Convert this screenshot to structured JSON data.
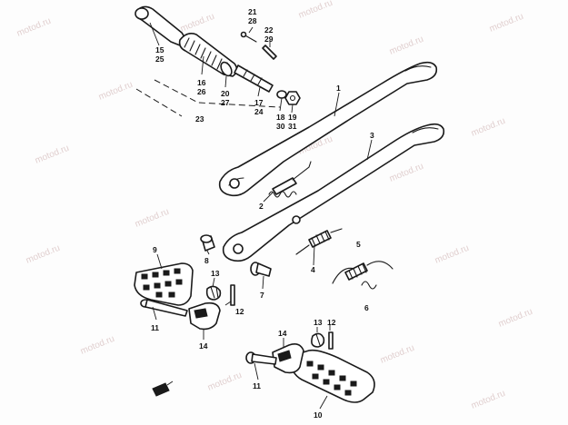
{
  "watermark": "motod.ru",
  "callouts": {
    "c1": "1",
    "c2": "2",
    "c3": "3",
    "c4": "4",
    "c5": "5",
    "c6": "6",
    "c7": "7",
    "c8": "8",
    "c9": "9",
    "c10": "10",
    "c11a": "11",
    "c11b": "11",
    "c12a": "12",
    "c12b": "12",
    "c13a": "13",
    "c13b": "13",
    "c14a": "14",
    "c14b": "14",
    "c15": "15",
    "c16": "16",
    "c17": "17",
    "c18": "18",
    "c19": "19",
    "c20": "20",
    "c21": "21",
    "c22": "22",
    "c23": "23",
    "c24": "24",
    "c25": "25",
    "c26": "26",
    "c27": "27",
    "c28": "28",
    "c29": "29",
    "c30": "30",
    "c31": "31"
  }
}
